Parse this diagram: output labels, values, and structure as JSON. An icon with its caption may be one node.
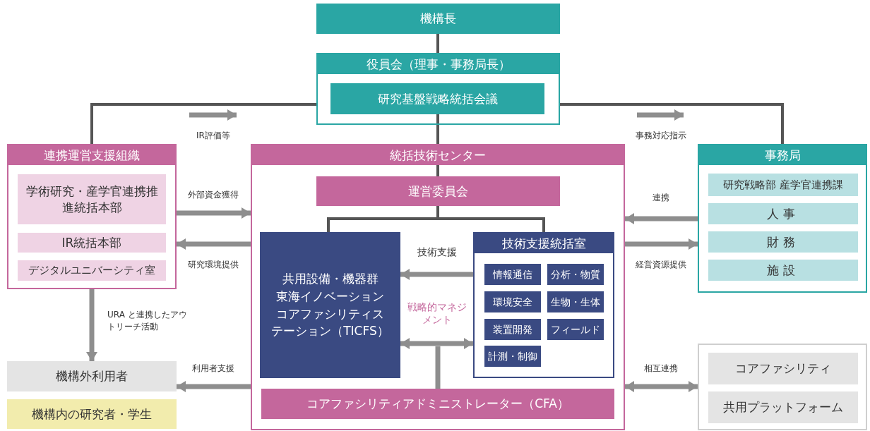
{
  "diagram": {
    "nodes": [
      {
        "text": [
          "機構長"
        ]
      },
      {
        "text": [
          "役員会（理事・事務局長）"
        ]
      },
      {
        "text": [
          "研究基盤戦略統括会議"
        ],
        "in": 1
      },
      {
        "text": [
          "連携運営支援組織"
        ]
      },
      {
        "text": [
          "学術研究・産学官連携推進統括本部"
        ],
        "in": 3
      },
      {
        "text": [
          "IR統括本部"
        ],
        "in": 3
      },
      {
        "text": [
          "デジタルユニバーシティ室"
        ],
        "in": 3
      },
      {
        "text": [
          "統括技術センター"
        ]
      },
      {
        "text": [
          "運営委員会"
        ],
        "in": 7
      },
      {
        "text": [
          "共用設備・機器群",
          "東海イノベーションコアファシリティステーション（TICFS）"
        ],
        "in": 7
      },
      {
        "text": [
          "技術支援統括室"
        ],
        "in": 7
      },
      {
        "text": [
          "情報通信"
        ],
        "in": 10
      },
      {
        "text": [
          "分析・物質"
        ],
        "in": 10
      },
      {
        "text": [
          "環境安全"
        ],
        "in": 10
      },
      {
        "text": [
          "生物・生体"
        ],
        "in": 10
      },
      {
        "text": [
          "装置開発"
        ],
        "in": 10
      },
      {
        "text": [
          "フィールド"
        ],
        "in": 10
      },
      {
        "text": [
          "計測・制御"
        ],
        "in": 10
      },
      {
        "text": [
          "コアファシリティアドミニストレーター（CFA）"
        ],
        "in": 7
      },
      {
        "text": [
          "事務局"
        ]
      },
      {
        "text": [
          "研究戦略部 産学官連携課"
        ],
        "in": 19
      },
      {
        "text": [
          "人事"
        ],
        "in": 19
      },
      {
        "text": [
          "財務"
        ],
        "in": 19
      },
      {
        "text": [
          "施設"
        ],
        "in": 19
      },
      {
        "text": [],
        "shape": "box"
      },
      {
        "text": [
          "コアファシリティ"
        ],
        "in": 24
      },
      {
        "text": [
          "共用プラットフォーム"
        ],
        "in": 24
      },
      {
        "text": [
          "機構外利用者"
        ]
      },
      {
        "text": [
          "機構内の研究者・学生"
        ]
      }
    ],
    "edges": [
      {
        "from": 0,
        "to": 1,
        "arrow": "none",
        "color": "#555555"
      },
      {
        "from": 2,
        "to": 7,
        "arrow": "none",
        "color": "#555555"
      },
      {
        "from": 1,
        "to": 3,
        "arrow": "none",
        "color": "#555555"
      },
      {
        "from": 1,
        "to": 19,
        "arrow": "none",
        "color": "#555555"
      },
      {
        "from": 7,
        "to": 8,
        "arrow": "none",
        "color": "#555555"
      },
      {
        "from": 8,
        "to": 9,
        "arrow": "none",
        "color": "#555555"
      },
      {
        "from": 8,
        "to": 10,
        "arrow": "none",
        "color": "#555555"
      },
      {
        "from": 3,
        "to": 7,
        "arrow": "to",
        "label": "外部資金獲得"
      },
      {
        "from": 7,
        "to": 3,
        "arrow": "to",
        "label": "研究環境提供"
      },
      {
        "from": 19,
        "to": 7,
        "arrow": "to",
        "label": "連携"
      },
      {
        "from": 7,
        "to": 19,
        "arrow": "to",
        "label": "経営資源提供"
      },
      {
        "from": 10,
        "to": 9,
        "arrow": "to",
        "label": "技術支援"
      },
      {
        "from": 9,
        "to": 10,
        "arrow": "both",
        "label": "戦略的マネジメント"
      },
      {
        "from": 18,
        "to": null,
        "arrow": "none"
      },
      {
        "from": 3,
        "to": 27,
        "arrow": "to",
        "label": "URA と連携したアウトリーチ活動"
      },
      {
        "from": 7,
        "to": 27,
        "arrow": "to",
        "label": "利用者支援"
      },
      {
        "from": 7,
        "to": 24,
        "arrow": "both",
        "label": "相互連携"
      }
    ],
    "labels": [
      "IR評価等",
      "事務対応指示"
    ]
  }
}
